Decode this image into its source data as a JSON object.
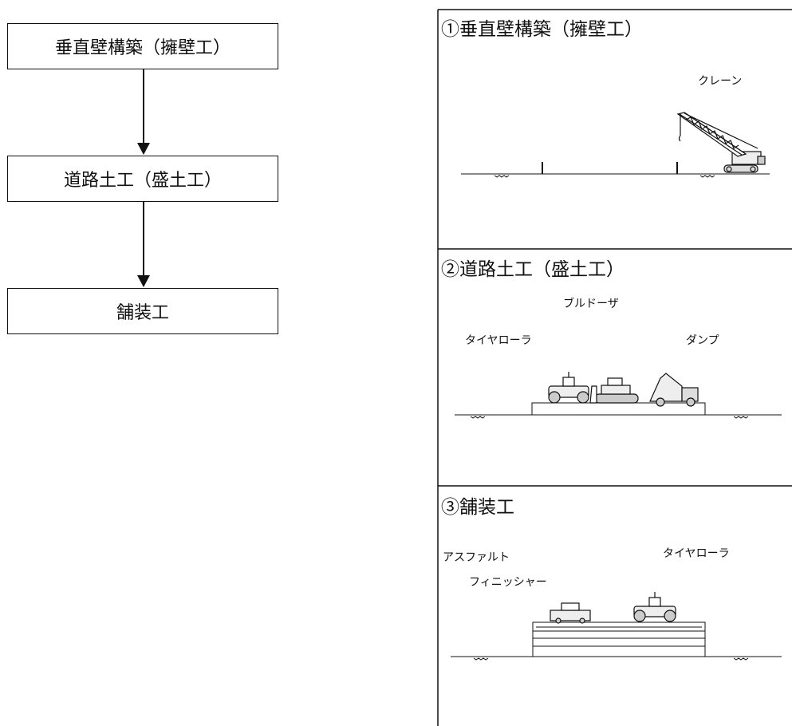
{
  "flowchart": {
    "steps": [
      "垂直壁構築（擁壁工）",
      "道路土工（盛土工）",
      "舗装工"
    ]
  },
  "panels": [
    {
      "title": "①垂直壁構築（擁壁工）",
      "labels": {
        "crane": "クレーン"
      }
    },
    {
      "title": "②道路土工（盛土工）",
      "labels": {
        "bulldozer": "ブルドーザ",
        "tire_roller": "タイヤローラ",
        "dump": "ダンプ"
      }
    },
    {
      "title": "③舗装工",
      "labels": {
        "asphalt_line1": "アスファルト",
        "asphalt_line2": "フィニッシャー",
        "tire_roller": "タイヤローラ"
      }
    }
  ]
}
